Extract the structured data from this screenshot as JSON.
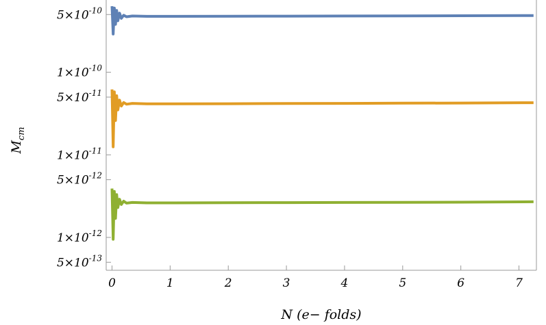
{
  "chart_data": {
    "type": "line",
    "xlabel": "N (e− folds)",
    "ylabel": "M",
    "ylabel_sub": "cm",
    "xlim": [
      -0.1,
      7.3
    ],
    "ylim": [
      4e-13,
      7.5e-10
    ],
    "yscale": "log",
    "grid": false,
    "x_ticks": [
      0,
      1,
      2,
      3,
      4,
      5,
      6,
      7
    ],
    "x_tick_labels": [
      "0",
      "1",
      "2",
      "3",
      "4",
      "5",
      "6",
      "7"
    ],
    "y_ticks": [
      5e-13,
      1e-12,
      5e-12,
      1e-11,
      5e-11,
      1e-10,
      5e-10
    ],
    "y_tick_labels": [
      {
        "mant": "5",
        "exp": "-13"
      },
      {
        "mant": "1",
        "exp": "-12"
      },
      {
        "mant": "5",
        "exp": "-12"
      },
      {
        "mant": "1",
        "exp": "-11"
      },
      {
        "mant": "5",
        "exp": "-11"
      },
      {
        "mant": "1",
        "exp": "-10"
      },
      {
        "mant": "5",
        "exp": "-10"
      }
    ],
    "series": [
      {
        "color": "#5e81b5",
        "points": [
          [
            0.0,
            6.3e-10
          ],
          [
            0.02,
            2.9e-10
          ],
          [
            0.04,
            6e-10
          ],
          [
            0.06,
            3.8e-10
          ],
          [
            0.08,
            5.6e-10
          ],
          [
            0.1,
            4.2e-10
          ],
          [
            0.13,
            5.2e-10
          ],
          [
            0.16,
            4.5e-10
          ],
          [
            0.2,
            4.9e-10
          ],
          [
            0.25,
            4.7e-10
          ],
          [
            0.35,
            4.8e-10
          ],
          [
            0.6,
            4.75e-10
          ],
          [
            1.0,
            4.75e-10
          ],
          [
            2.0,
            4.76e-10
          ],
          [
            3.0,
            4.78e-10
          ],
          [
            4.0,
            4.8e-10
          ],
          [
            5.0,
            4.82e-10
          ],
          [
            6.0,
            4.84e-10
          ],
          [
            7.25,
            4.86e-10
          ]
        ]
      },
      {
        "color": "#e19c24",
        "points": [
          [
            0.0,
            6.2e-11
          ],
          [
            0.02,
            1.25e-11
          ],
          [
            0.04,
            5.8e-11
          ],
          [
            0.06,
            2.6e-11
          ],
          [
            0.08,
            5.2e-11
          ],
          [
            0.1,
            3.5e-11
          ],
          [
            0.13,
            4.6e-11
          ],
          [
            0.16,
            3.9e-11
          ],
          [
            0.2,
            4.3e-11
          ],
          [
            0.25,
            4.1e-11
          ],
          [
            0.35,
            4.2e-11
          ],
          [
            0.6,
            4.15e-11
          ],
          [
            1.0,
            4.15e-11
          ],
          [
            2.0,
            4.16e-11
          ],
          [
            3.0,
            4.18e-11
          ],
          [
            4.0,
            4.2e-11
          ],
          [
            5.0,
            4.22e-11
          ],
          [
            6.0,
            4.24e-11
          ],
          [
            7.25,
            4.28e-11
          ]
        ]
      },
      {
        "color": "#8fb032",
        "points": [
          [
            0.0,
            3.9e-12
          ],
          [
            0.02,
            9.5e-13
          ],
          [
            0.04,
            3.6e-12
          ],
          [
            0.06,
            1.7e-12
          ],
          [
            0.08,
            3.3e-12
          ],
          [
            0.1,
            2.3e-12
          ],
          [
            0.13,
            2.9e-12
          ],
          [
            0.16,
            2.5e-12
          ],
          [
            0.2,
            2.75e-12
          ],
          [
            0.25,
            2.6e-12
          ],
          [
            0.35,
            2.65e-12
          ],
          [
            0.6,
            2.62e-12
          ],
          [
            1.0,
            2.62e-12
          ],
          [
            2.0,
            2.63e-12
          ],
          [
            3.0,
            2.64e-12
          ],
          [
            4.0,
            2.65e-12
          ],
          [
            5.0,
            2.66e-12
          ],
          [
            6.0,
            2.67e-12
          ],
          [
            7.25,
            2.7e-12
          ]
        ]
      }
    ]
  }
}
